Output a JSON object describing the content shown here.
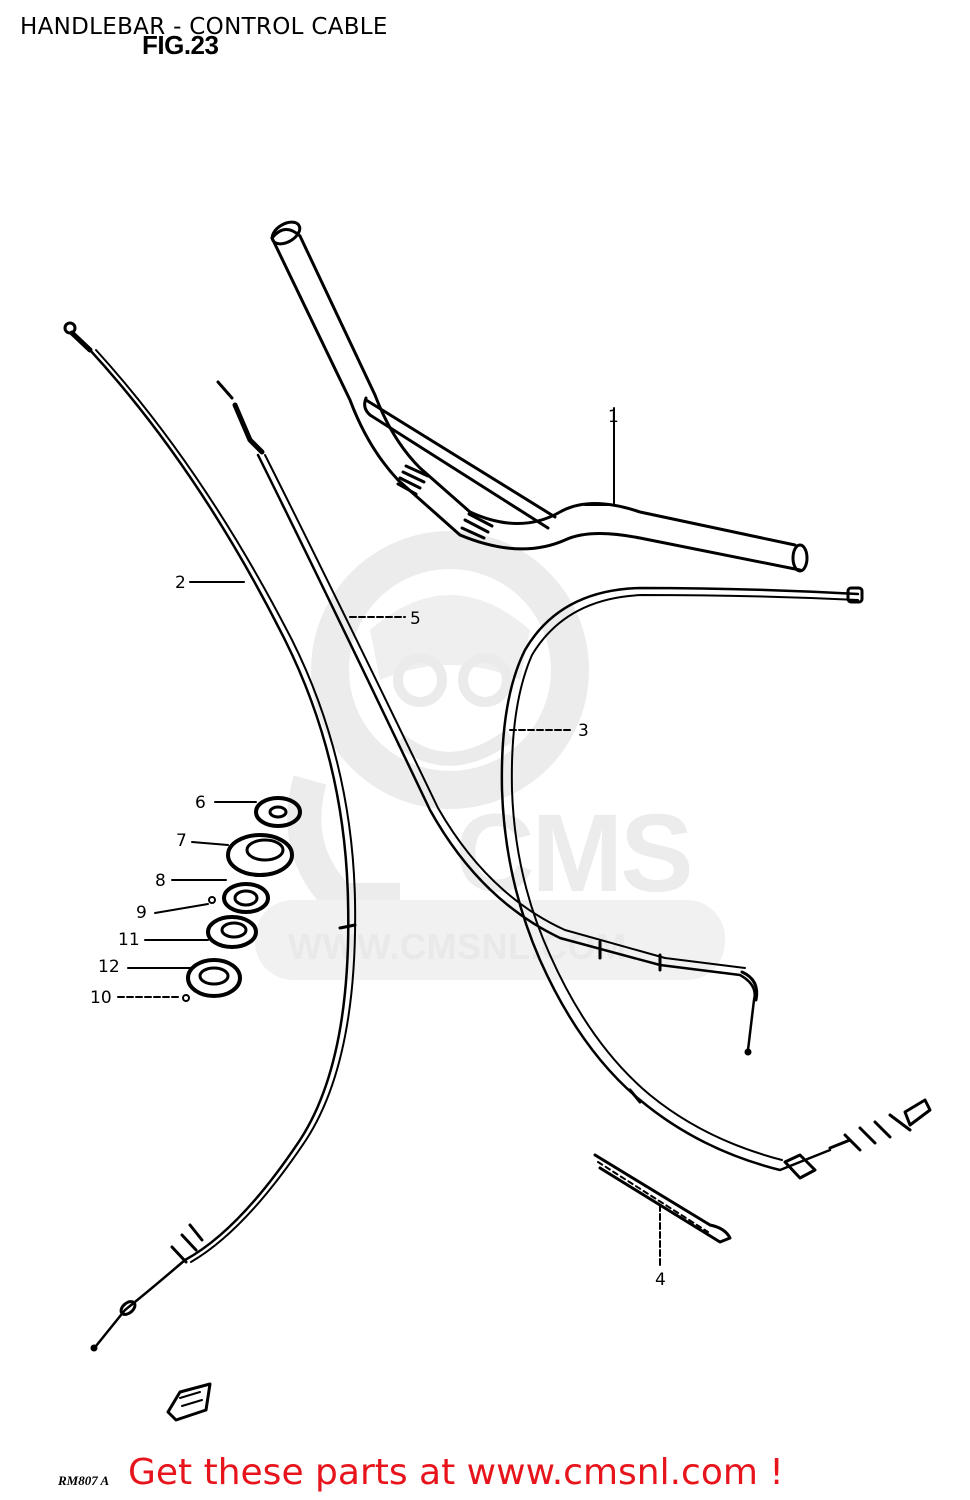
{
  "header": {
    "title": "HANDLEBAR - CONTROL CABLE",
    "figure": "FIG.23"
  },
  "diagram": {
    "callouts": [
      {
        "number": "1"
      },
      {
        "number": "2"
      },
      {
        "number": "3"
      },
      {
        "number": "4"
      },
      {
        "number": "5"
      },
      {
        "number": "6"
      },
      {
        "number": "7"
      },
      {
        "number": "8"
      },
      {
        "number": "9"
      },
      {
        "number": "11"
      },
      {
        "number": "12"
      },
      {
        "number": "10"
      }
    ]
  },
  "watermark": {
    "brand": "CMS",
    "url": "WWW.CMSNL.COM"
  },
  "footer": {
    "model_code": "RM807 A",
    "promo": "Get these parts at www.cmsnl.com !"
  },
  "colors": {
    "promo": "#e8141c",
    "watermark": "#e9e9e9",
    "line": "#000000"
  }
}
